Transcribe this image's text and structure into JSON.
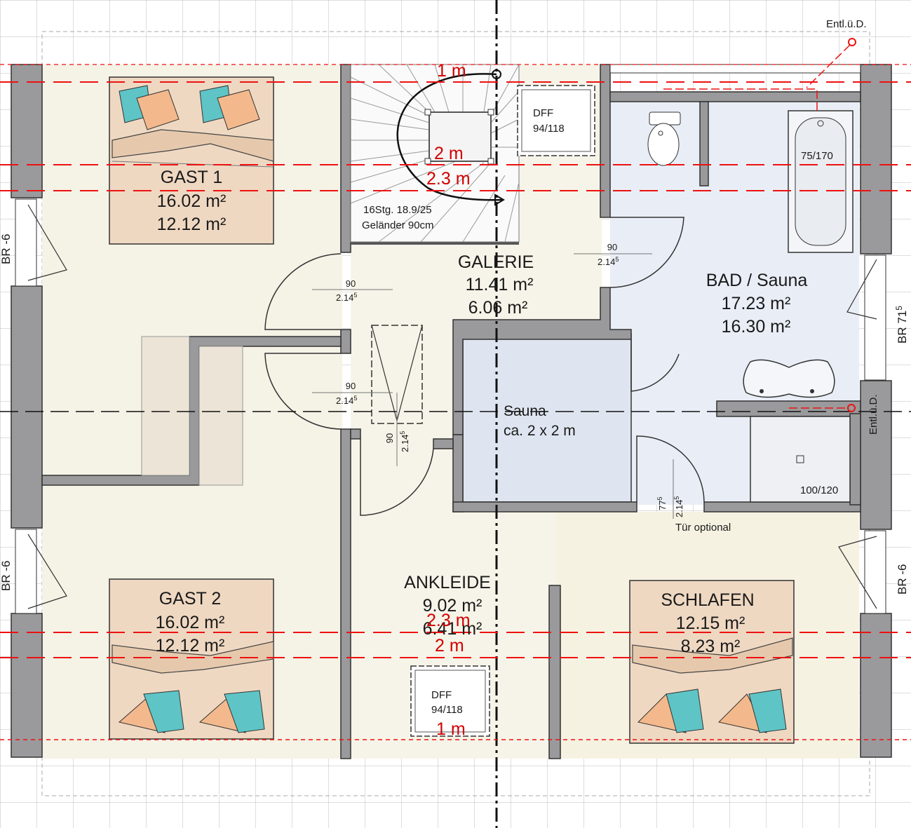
{
  "rooms": {
    "gast1": {
      "name": "GAST 1",
      "area_total": "16.02 m²",
      "area_net": "12.12 m²"
    },
    "gast2": {
      "name": "GAST 2",
      "area_total": "16.02 m²",
      "area_net": "12.12 m²"
    },
    "galerie": {
      "name": "GALERIE",
      "area_total": "11.41 m²",
      "area_net": "6.06 m²"
    },
    "bad": {
      "name": "BAD / Sauna",
      "area_total": "17.23 m²",
      "area_net": "16.30 m²"
    },
    "sauna": {
      "name": "Sauna",
      "size": "ca. 2 x 2 m"
    },
    "ankleide": {
      "name": "ANKLEIDE",
      "area_total": "9.02 m²",
      "area_net": "6.41 m²"
    },
    "schlafen": {
      "name": "SCHLAFEN",
      "area_total": "12.15 m²",
      "area_net": "8.23 m²"
    }
  },
  "stairs": {
    "spec": "16Stg. 18.9/25",
    "railing": "Geländer 90cm"
  },
  "skylights": {
    "top": {
      "label": "DFF",
      "size": "94/118"
    },
    "bottom": {
      "label": "DFF",
      "size": "94/118"
    }
  },
  "doors": {
    "galerie_bad_width": "90",
    "galerie_bad_height": "2.14",
    "gast1_width": "90",
    "gast1_height": "2.14",
    "gast2_width": "90",
    "gast2_height": "2.14",
    "ankleide_width": "90",
    "ankleide_height": "2.14",
    "optional_width": "77",
    "optional_height": "2.14",
    "height_superscript": "5",
    "optional_label": "Tür optional"
  },
  "fixtures": {
    "bathtub": "75/170",
    "shower": "100/120"
  },
  "windows": {
    "left_top": "BR -6",
    "left_bottom": "BR -6",
    "right_top": "BR 71",
    "right_top_sup": "5",
    "right_bottom": "BR -6"
  },
  "vents": {
    "top": "Entl.ü.D.",
    "side": "Entl.ü.D."
  },
  "height_markers": {
    "top_1m": "1 m",
    "top_2m": "2 m",
    "top_23m": "2.3 m",
    "bottom_23m": "2.3 m",
    "bottom_2m": "2 m",
    "bottom_1m": "1 m"
  },
  "colors": {
    "wall": "#9a9a9c",
    "floor": "#f5f2e6",
    "bath_floor": "#e9eef6",
    "bed": "#efd8c2",
    "pillow_teal": "#5ec4c6",
    "pillow_peach": "#f3b98c",
    "height_line": "#e11111"
  }
}
